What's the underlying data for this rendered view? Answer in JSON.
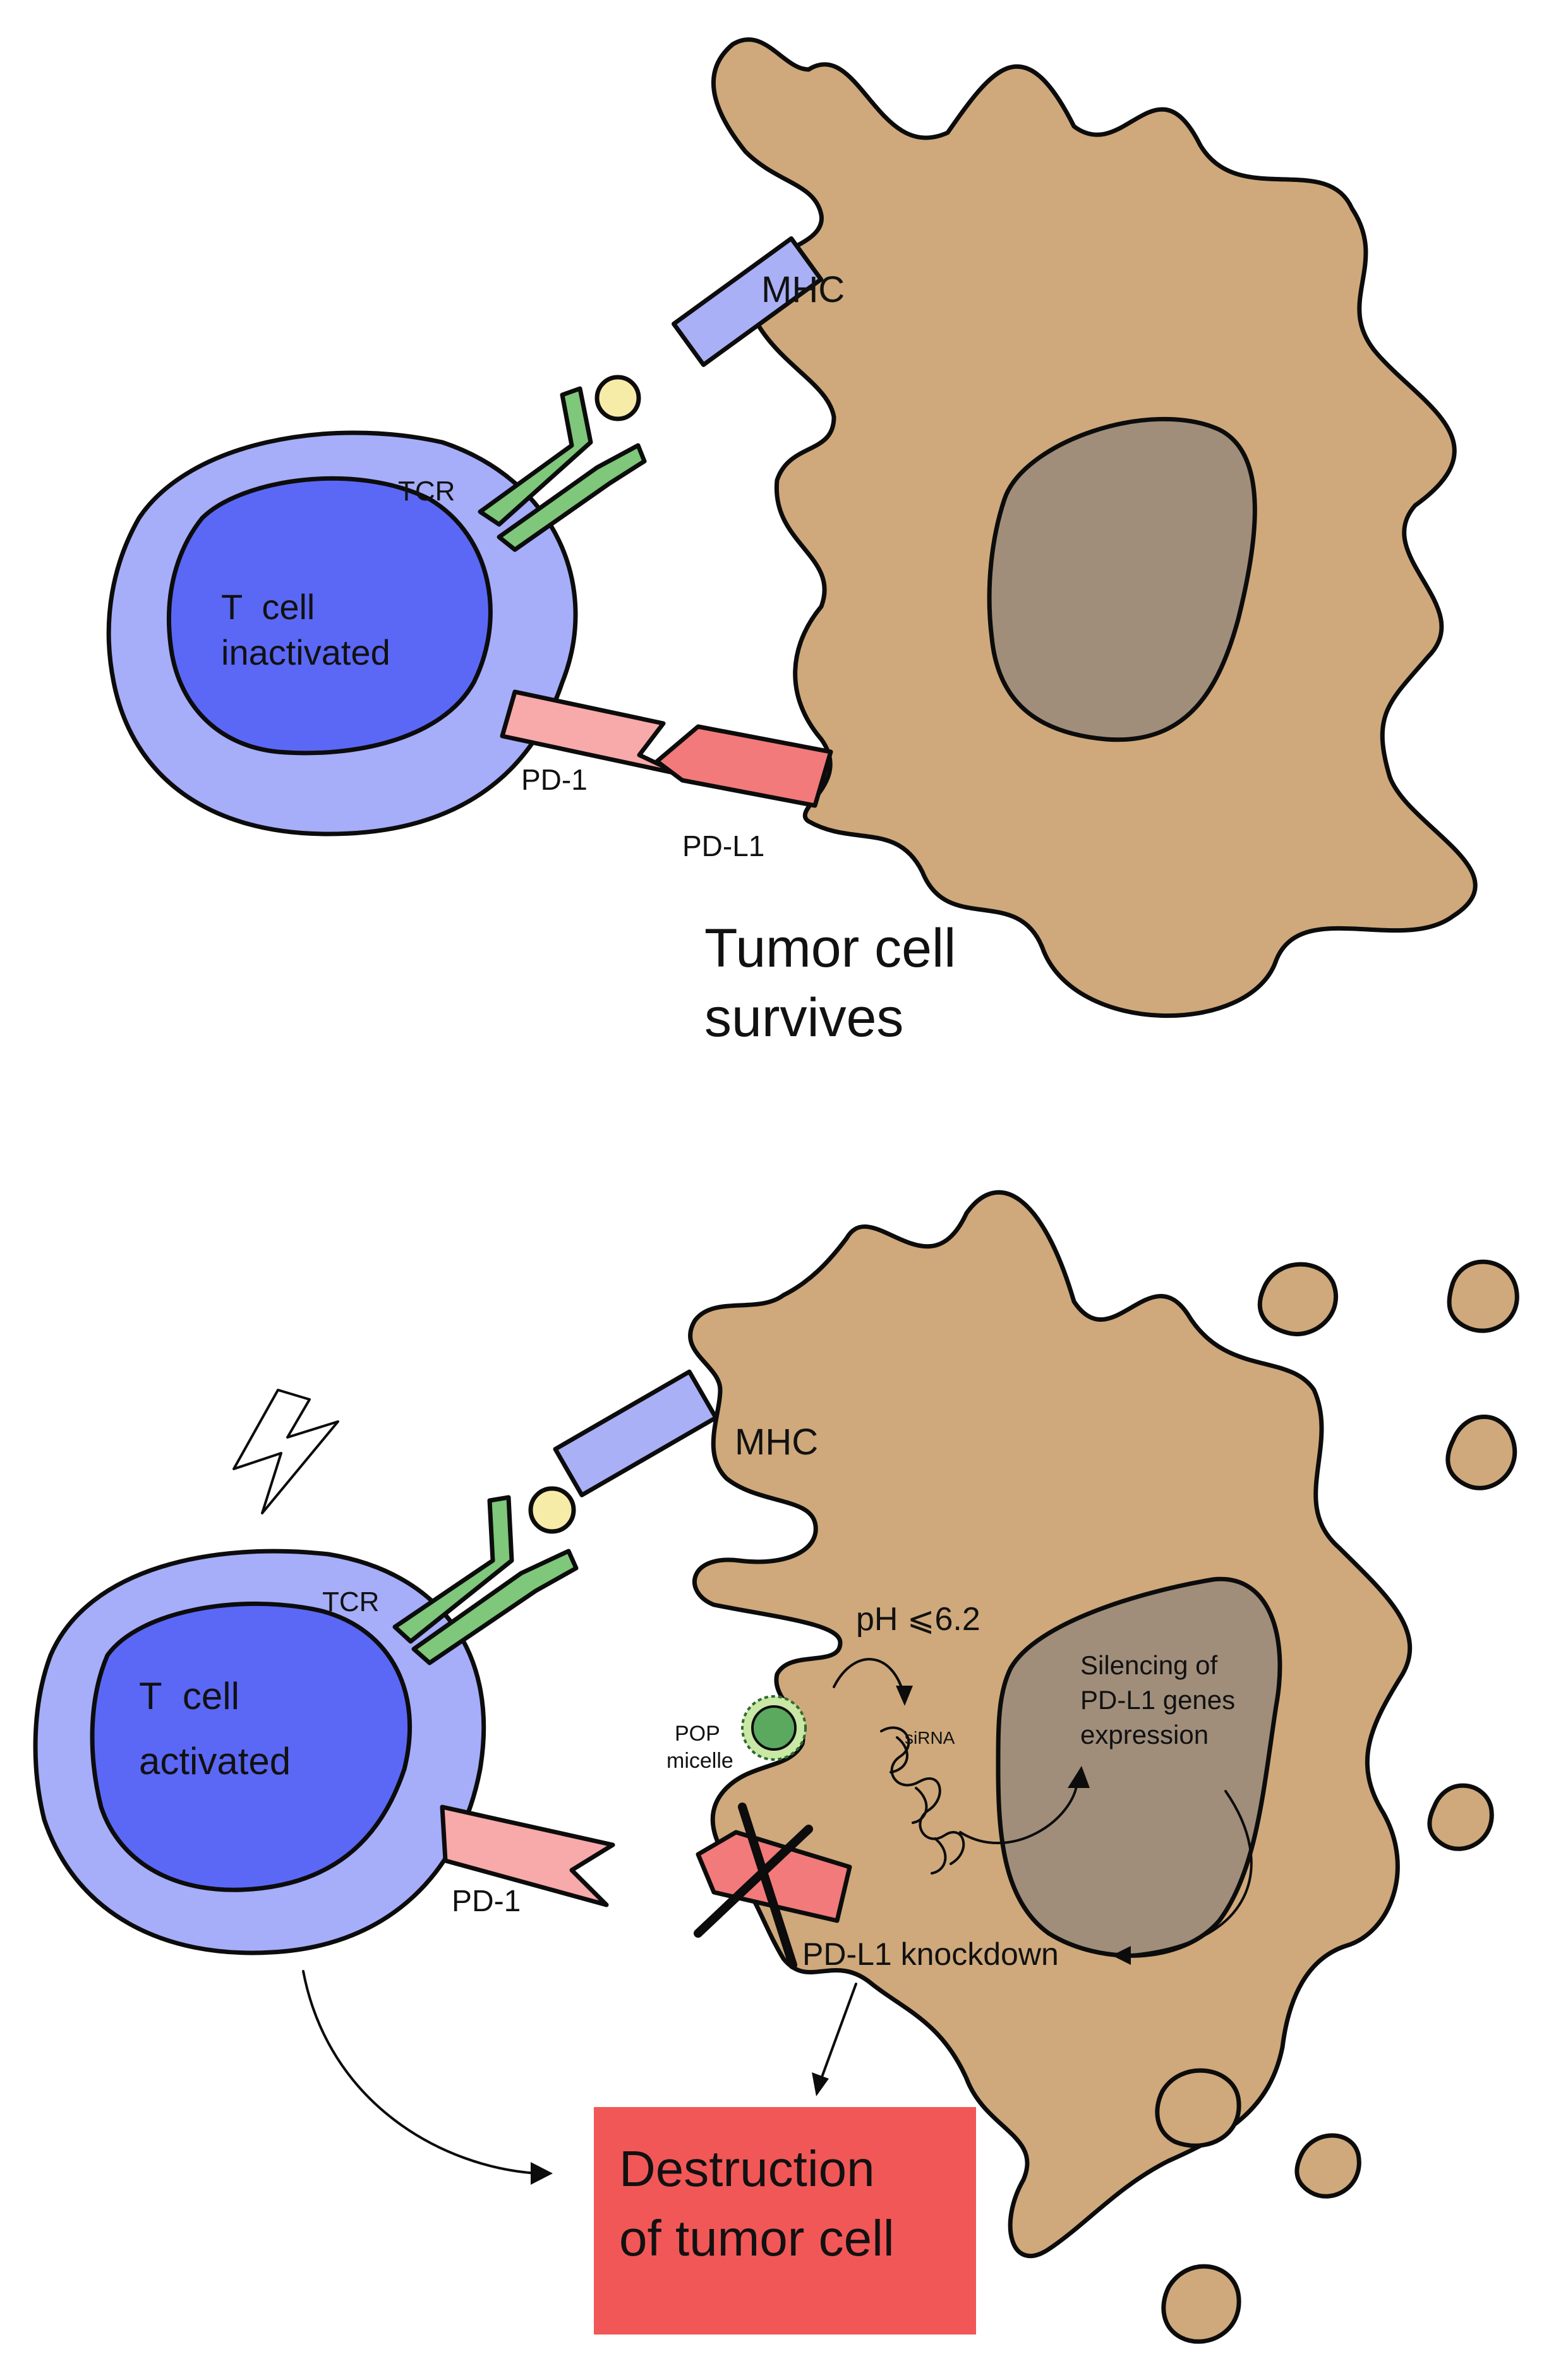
{
  "colors": {
    "tumor": "#cfa97b",
    "tumor_nucleus": "#a08e7b",
    "tcell_outer": "#a6adf9",
    "tcell_inner": "#5b68f5",
    "mhc": "#aab0f5",
    "tcr": "#7fc77a",
    "antigen": "#f7eba8",
    "pd1": "#f8a9a9",
    "pdl1": "#f27a7a",
    "lightning": "#fbe9a0",
    "micelle": "#5aa95f",
    "destruction_box": "#f25757"
  },
  "top_panel": {
    "mhc_label": "MHC",
    "tcr_label": "TCR",
    "tcell_label_line1": "T  cell",
    "tcell_label_line2": "inactivated",
    "pd1_label": "PD-1",
    "pdl1_label": "PD-L1",
    "outcome_line1": "Tumor cell",
    "outcome_line2": "survives"
  },
  "bottom_panel": {
    "mhc_label": "MHC",
    "tcr_label": "TCR",
    "tcell_label_line1": "T  cell",
    "tcell_label_line2": "activated",
    "pd1_label": "PD-1",
    "ph_label": "pH ⩽6.2",
    "micelle_label_line1": "POP",
    "micelle_label_line2": "micelle",
    "sirna_label": "siRNA",
    "silencing_line1": "Silencing of",
    "silencing_line2": "PD-L1 genes",
    "silencing_line3": "expression",
    "knockdown_label": "PD-L1 knockdown",
    "destruction_line1": "Destruction",
    "destruction_line2": "of tumor cell"
  }
}
